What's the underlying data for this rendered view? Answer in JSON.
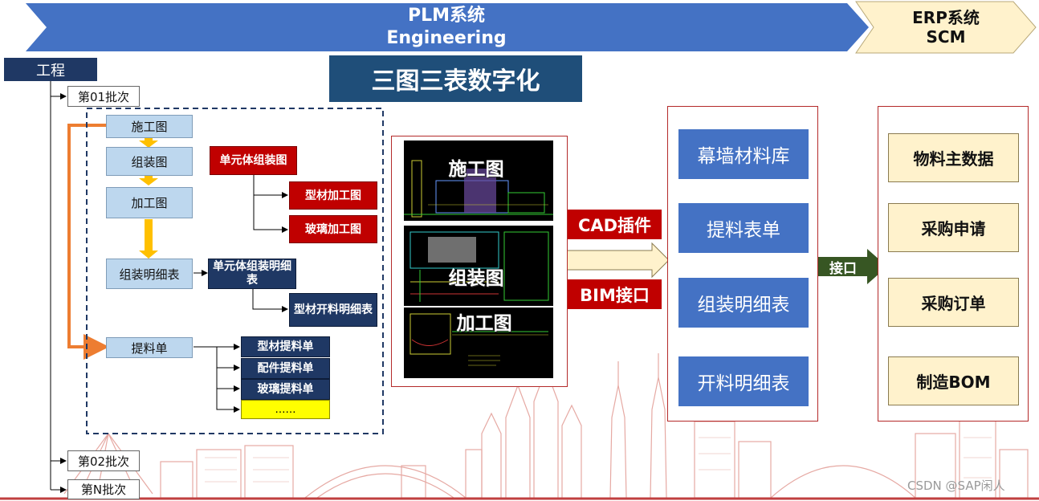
{
  "banners": {
    "plm": {
      "line1": "PLM系统",
      "line2": "Engineering"
    },
    "erp": {
      "line1": "ERP系统",
      "line2": "SCM"
    }
  },
  "main_title": "三图三表数字化",
  "tree": {
    "root": "工程",
    "batches": [
      "第01批次",
      "第02批次",
      "第N批次"
    ]
  },
  "drawings": {
    "construction": "施工图",
    "assembly": "组装图",
    "processing": "加工图",
    "assembly_detail": "组装明细表",
    "picking": "提料单"
  },
  "red_boxes": {
    "unit_assembly_drawing": "单元体组装图",
    "profile_processing": "型材加工图",
    "glass_processing": "玻璃加工图"
  },
  "navy_boxes": {
    "unit_assembly_detail": "单元体组装明细表",
    "profile_cutting": "型材开料明细表",
    "profile_picking": "型材提料单",
    "parts_picking": "配件提料单",
    "glass_picking": "玻璃提料单",
    "more": "……"
  },
  "cad_panel": {
    "labels": [
      "施工图",
      "组装图",
      "加工图"
    ]
  },
  "tags": {
    "cad": "CAD插件",
    "bim": "BIM接口"
  },
  "plm_modules": [
    "幕墙材料库",
    "提料表单",
    "组装明细表",
    "开料明细表"
  ],
  "interface_label": "接口",
  "erp_modules": [
    "物料主数据",
    "采购申请",
    "采购订单",
    "制造BOM"
  ],
  "watermark": "CSDN @SAP闲人",
  "colors": {
    "banner_blue": "#4472c4",
    "erp_cream": "#fff2cc",
    "accent_red": "#c00000",
    "navy": "#1f3864",
    "connector_orange": "#ed7d31",
    "down_arrow_gold": "#ffc000",
    "interface_green": "#375623"
  }
}
